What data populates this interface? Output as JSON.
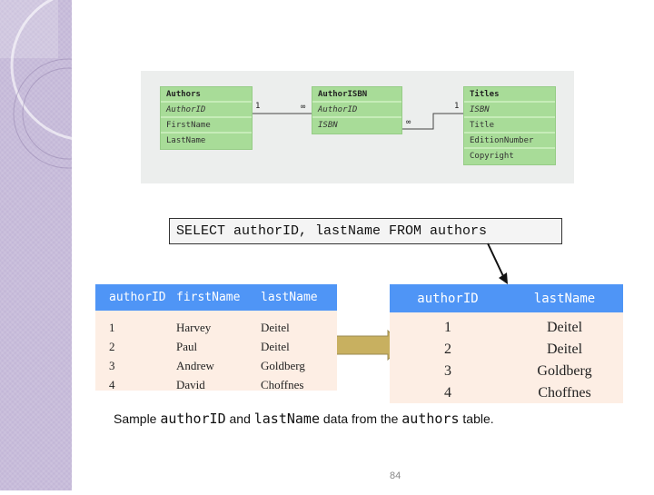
{
  "er_diagram": {
    "entities": [
      {
        "name": "Authors",
        "fields": [
          "AuthorID",
          "FirstName",
          "LastName"
        ],
        "key_fields": [
          0
        ]
      },
      {
        "name": "AuthorISBN",
        "fields": [
          "AuthorID",
          "ISBN"
        ],
        "key_fields": [
          0,
          1
        ]
      },
      {
        "name": "Titles",
        "fields": [
          "ISBN",
          "Title",
          "EditionNumber",
          "Copyright"
        ],
        "key_fields": [
          0
        ]
      }
    ],
    "relationships": [
      {
        "from": "Authors",
        "from_card": "1",
        "to": "AuthorISBN",
        "to_card": "∞"
      },
      {
        "from": "AuthorISBN",
        "from_card": "∞",
        "to": "Titles",
        "to_card": "1"
      }
    ]
  },
  "sql_query": "SELECT authorID, lastName FROM authors",
  "source_table": {
    "headers": [
      "authorID",
      "firstName",
      "lastName"
    ],
    "rows": [
      [
        "1",
        "Harvey",
        "Deitel"
      ],
      [
        "2",
        "Paul",
        "Deitel"
      ],
      [
        "3",
        "Andrew",
        "Goldberg"
      ],
      [
        "4",
        "David",
        "Choffnes"
      ]
    ]
  },
  "result_table": {
    "headers": [
      "authorID",
      "lastName"
    ],
    "rows": [
      [
        "1",
        "Deitel"
      ],
      [
        "2",
        "Deitel"
      ],
      [
        "3",
        "Goldberg"
      ],
      [
        "4",
        "Choffnes"
      ]
    ]
  },
  "caption": {
    "t1": "Sample ",
    "c1": "authorID",
    "t2": " and ",
    "c2": "lastName",
    "t3": " data from the ",
    "c3": "authors",
    "t4": " table."
  },
  "page_number": "84",
  "colors": {
    "header_blue": "#4f95f6",
    "table_bg": "#fdeee4",
    "entity_green": "#a8dc98",
    "arrow": "#c8b060",
    "sidebar": "#c3b7d7"
  }
}
